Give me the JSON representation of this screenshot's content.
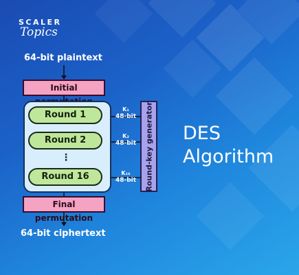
{
  "logo": {
    "brand": "SCALER",
    "product": "Topics"
  },
  "diagram": {
    "input_label": "64-bit plaintext",
    "initial_permutation": "Initial permutation",
    "rounds": [
      "Round 1",
      "Round 2",
      "Round 16"
    ],
    "ellipsis": "⋮",
    "final_permutation": "Final permutation",
    "output_label": "64-bit ciphertext",
    "key_generator": "Round-key generator",
    "keys": [
      {
        "name": "K₁",
        "size": "48-bit"
      },
      {
        "name": "K₂",
        "size": "48-bit"
      },
      {
        "name": "K₁₆",
        "size": "48-bit"
      }
    ]
  },
  "title": {
    "line1": "DES",
    "line2": "Algorithm"
  },
  "colors": {
    "background": "#1b62c8",
    "permutation_box": "#f5a3c3",
    "round_box": "#bfe79b",
    "rounds_panel": "#d8eefc",
    "key_generator": "#a8a2ea"
  }
}
